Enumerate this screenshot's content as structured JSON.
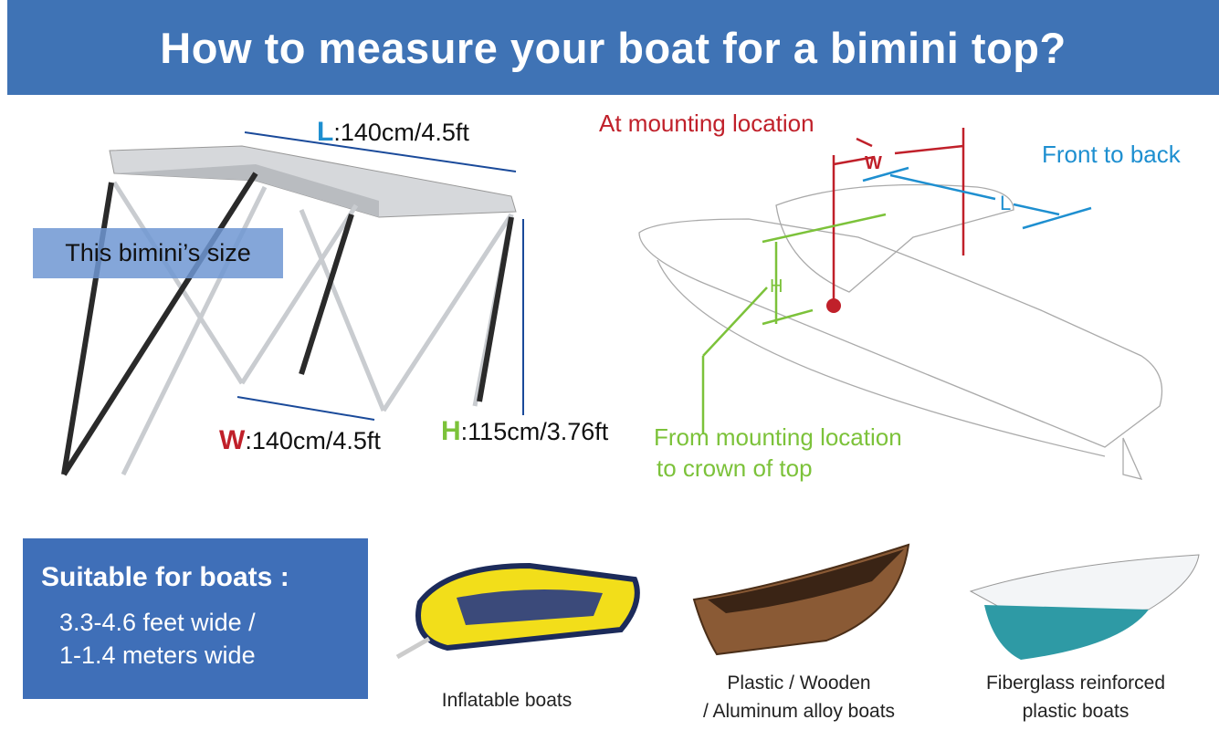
{
  "header": {
    "title": "How to measure your boat for a bimini top?"
  },
  "bimini": {
    "size_label": "This bimini’s size",
    "length": {
      "letter": "L",
      "value": ":140cm/4.5ft"
    },
    "width": {
      "letter": "W",
      "value": ":140cm/4.5ft"
    },
    "height": {
      "letter": "H",
      "value": ":115cm/3.76ft"
    }
  },
  "diagram": {
    "mounting": "At mounting location",
    "front_back": "Front to back",
    "w": "W",
    "l": "L",
    "h": "H",
    "from_line1": "From mounting location",
    "from_line2": "to crown of top"
  },
  "suitable": {
    "title": "Suitable for boats :",
    "line1": "3.3-4.6 feet wide /",
    "line2": "1-1.4 meters wide"
  },
  "boats": [
    {
      "caption": [
        "Inflatable boats"
      ]
    },
    {
      "caption": [
        "Plastic / Wooden",
        "/ Aluminum alloy boats"
      ]
    },
    {
      "caption": [
        "Fiberglass reinforced",
        "plastic boats"
      ]
    }
  ],
  "colors": {
    "header": "#3f73b5",
    "red": "#c0202a",
    "blue": "#1e8fd0",
    "green": "#7cc23a"
  }
}
